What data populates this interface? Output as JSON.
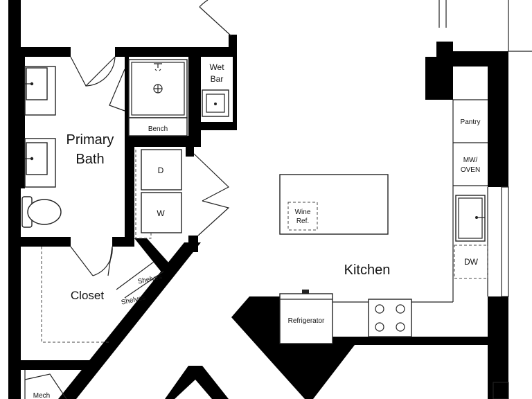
{
  "colors": {
    "wall": "#000000",
    "line": "#222222",
    "background": "#ffffff"
  },
  "rooms": {
    "primary_bath_line1": "Primary",
    "primary_bath_line2": "Bath",
    "wet_bar_line1": "Wet",
    "wet_bar_line2": "Bar",
    "kitchen": "Kitchen",
    "closet": "Closet",
    "mech": "Mech"
  },
  "fixtures": {
    "bench": "Bench",
    "dryer": "D",
    "washer": "W",
    "wine_ref_line1": "Wine",
    "wine_ref_line2": "Ref.",
    "pantry": "Pantry",
    "mw_oven_line1": "MW/",
    "mw_oven_line2": "OVEN",
    "dishwasher": "DW",
    "refrigerator": "Refrigerator",
    "shelves_upper": "Shelves",
    "shelves_lower": "Shelves"
  },
  "icons": [
    "shower-head-icon",
    "shower-drain-icon",
    "faucet-icon",
    "sink-icon",
    "toilet-icon",
    "cooktop-burner-icon",
    "door-swing-icon"
  ]
}
